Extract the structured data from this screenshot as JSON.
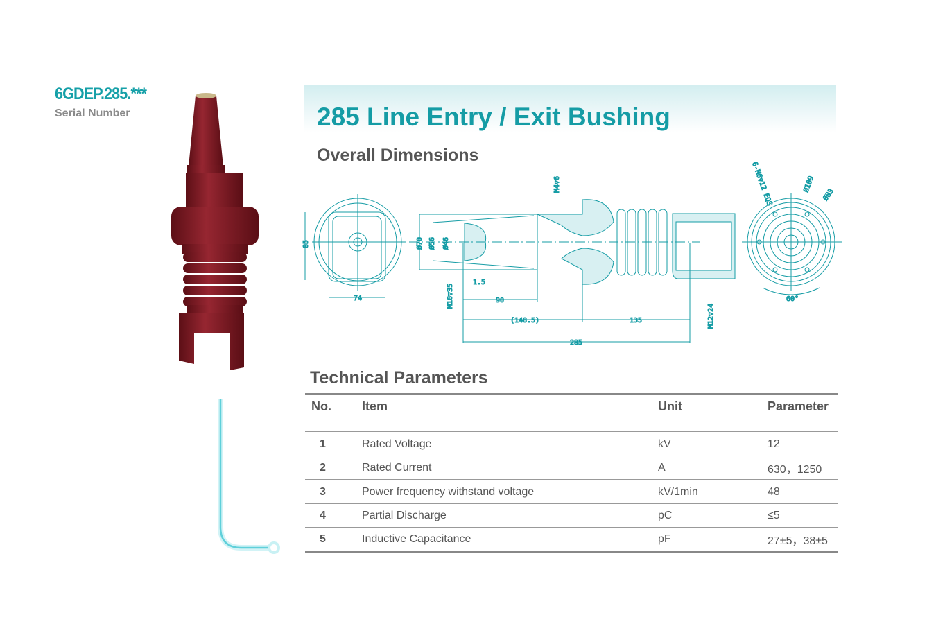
{
  "product": {
    "serial": "6GDEP.285.***",
    "serial_label": "Serial Number"
  },
  "header": {
    "title": "285 Line Entry / Exit Bushing"
  },
  "dimensions": {
    "heading": "Overall Dimensions",
    "labels": {
      "h85": "85",
      "w74": "74",
      "d70": "Ø70",
      "d56": "Ø56",
      "d46": "Ø46",
      "m16": "M16▽35",
      "g15": "1.5",
      "l90": "90",
      "l148": "(148.5)",
      "l135": "135",
      "l285": "285",
      "m4": "M4▽6",
      "m12": "M12▽24",
      "m6": "6-M6▽12 EQS",
      "d109": "Ø109",
      "d83": "Ø83",
      "a60": "60°"
    }
  },
  "parameters": {
    "heading": "Technical Parameters",
    "columns": [
      "No.",
      "Item",
      "Unit",
      "Parameter"
    ],
    "rows": [
      {
        "no": "1",
        "item": "Rated Voltage",
        "unit": "kV",
        "value": "12"
      },
      {
        "no": "2",
        "item": "Rated Current",
        "unit": "A",
        "value": "630，1250"
      },
      {
        "no": "3",
        "item": "Power frequency withstand voltage",
        "unit": "kV/1min",
        "value": "48"
      },
      {
        "no": "4",
        "item": "Partial Discharge",
        "unit": "pC",
        "value": "≤5"
      },
      {
        "no": "5",
        "item": "Inductive Capacitance",
        "unit": "pF",
        "value": "27±5，38±5"
      }
    ]
  },
  "colors": {
    "accent": "#159ca5",
    "product": "#7d1a22"
  }
}
